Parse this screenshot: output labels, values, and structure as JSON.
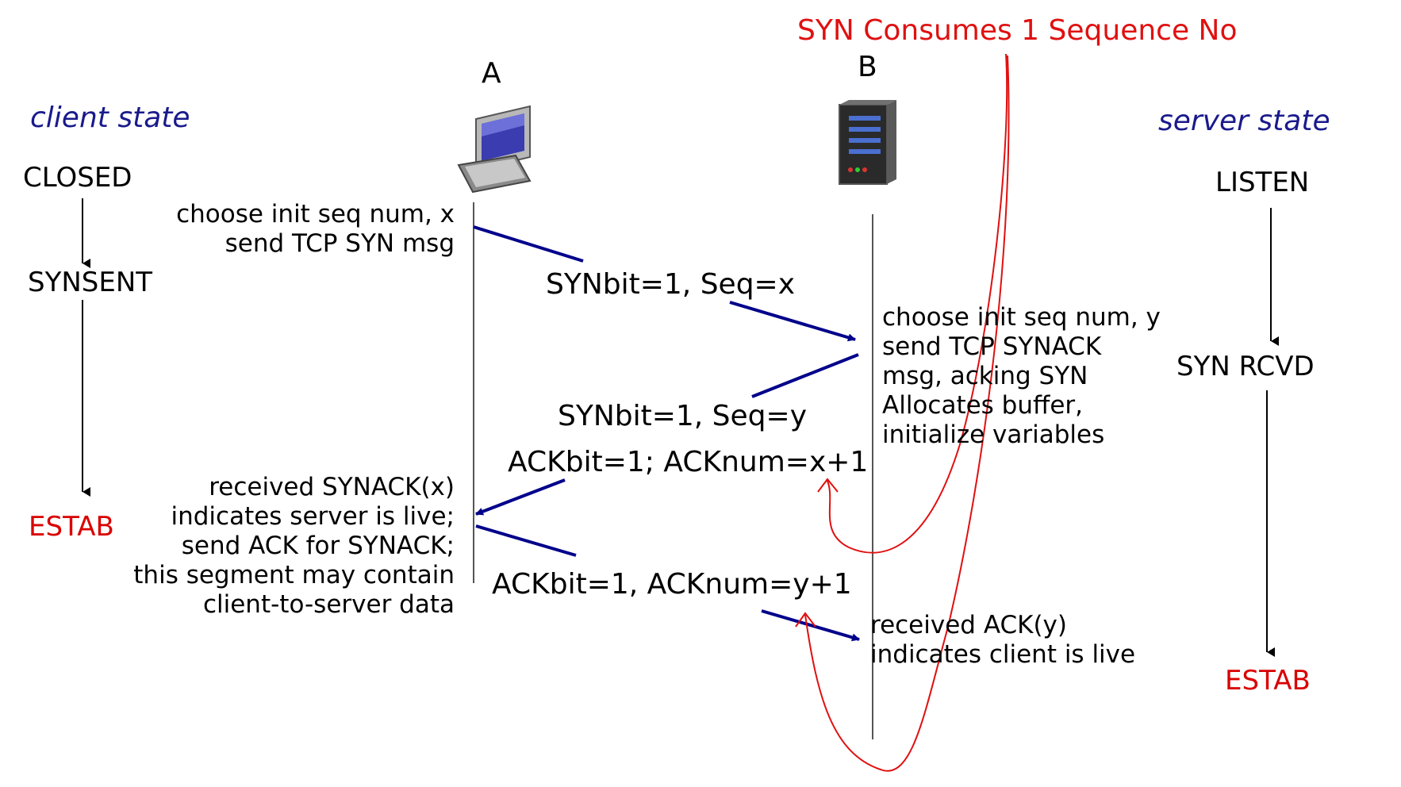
{
  "annotation": "SYN Consumes 1 Sequence No",
  "hosts": {
    "a_label": "A",
    "b_label": "B"
  },
  "client": {
    "header": "client state",
    "states": [
      "CLOSED",
      "SYNSENT",
      "ESTAB"
    ]
  },
  "server": {
    "header": "server state",
    "states": [
      "LISTEN",
      "SYN RCVD",
      "ESTAB"
    ]
  },
  "notes": {
    "client_init": [
      "choose init seq num, x",
      "send TCP SYN msg"
    ],
    "server_init": [
      "choose init seq num, y",
      "send TCP SYNACK",
      "msg, acking SYN",
      "Allocates buffer,",
      "initialize variables"
    ],
    "client_recv": [
      "received SYNACK(x)",
      "indicates server is live;",
      "send ACK for SYNACK;",
      "this segment may contain",
      "client-to-server data"
    ],
    "server_recv": [
      "received ACK(y)",
      "indicates client is live"
    ]
  },
  "segments": {
    "syn": [
      "SYNbit=1, Seq=x"
    ],
    "synack": [
      "SYNbit=1, Seq=y",
      "ACKbit=1; ACKnum=x+1"
    ],
    "ack": [
      "ACKbit=1, ACKnum=y+1"
    ]
  },
  "colors": {
    "arrow": "#00008b",
    "annotation": "#e01010",
    "estab": "#cc0000",
    "header": "#1a1a8c"
  },
  "icons": {
    "host_a": "desktop-computer-icon",
    "host_b": "server-tower-icon"
  }
}
